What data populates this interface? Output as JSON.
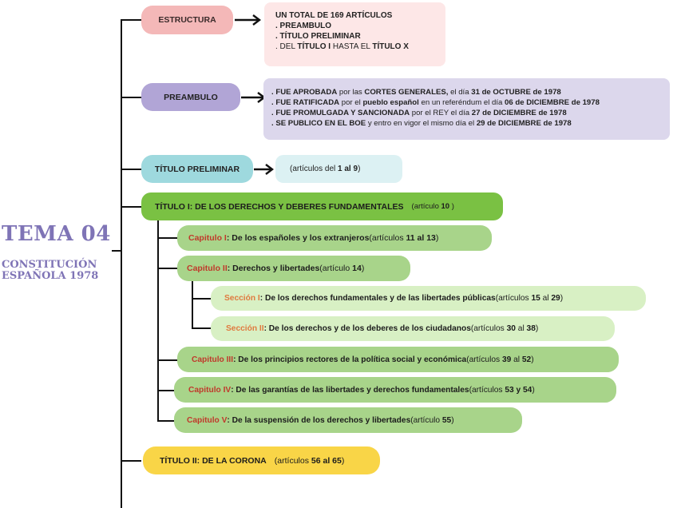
{
  "tema": {
    "title": "TEMA 04",
    "subtitle_line1": "CONSTITUCIÓN",
    "subtitle_line2": "ESPAÑOLA 1978"
  },
  "colors": {
    "estructura": "#f4b8b8",
    "estructura_box": "#fde7e7",
    "preambulo": "#b1a5d6",
    "preambulo_box": "#dcd7ec",
    "preliminar": "#9ed9de",
    "preliminar_box": "#dcf1f3",
    "titulo1": "#7ac143",
    "capitulo": "#a8d48a",
    "seccion": "#d8f0c4",
    "titulo2": "#f9d547"
  },
  "estructura": {
    "label": "ESTRUCTURA",
    "lines": [
      "UN TOTAL DE 169 ARTÍCULOS",
      ". PREAMBULO",
      ". TÍTULO PRELIMINAR"
    ],
    "line4_a": ". DEL ",
    "line4_b": "TÍTULO I",
    "line4_c": " HASTA EL ",
    "line4_d": "TÍTULO X"
  },
  "preambulo": {
    "label": "PREAMBULO",
    "l1": [
      ". FUE APROBADA",
      " por las ",
      "CORTES GENERALES,",
      " el día ",
      "31 de OCTUBRE de 1978"
    ],
    "l2": [
      ". FUE RATIFICADA",
      " por el ",
      "pueblo español",
      " en un referéndum el día ",
      "06 de DICIEMBRE de 1978"
    ],
    "l3": [
      ". FUE PROMULGADA Y SANCIONADA",
      " por el REY el día ",
      "27 de DICIEMBRE de 1978"
    ],
    "l4": [
      ". SE PUBLICO EN EL BOE",
      " y entro en vigor el mismo día el ",
      "29 de DICIEMBRE de 1978"
    ]
  },
  "preliminar": {
    "label": "TÍTULO PRELIMINAR",
    "note": [
      "(artículos del ",
      "1 al 9",
      ")"
    ]
  },
  "titulo1": {
    "label": "TÍTULO I: DE LOS DERECHOS Y DEBERES FUNDAMENTALES",
    "note": [
      "(artículo ",
      "10",
      " )"
    ]
  },
  "cap1": {
    "red": "Capitulo I",
    "text": ": De los españoles y los extranjeros",
    "note": [
      " (artículos ",
      "11 al 13",
      ")"
    ]
  },
  "cap2": {
    "red": "Capitulo II",
    "text": ": Derechos y libertades",
    "note": [
      " (artículo ",
      "14",
      ")"
    ]
  },
  "sec1": {
    "red": "Sección I",
    "text": ": De los derechos fundamentales y de las libertades públicas",
    "note": [
      " (artículos ",
      "15",
      " al ",
      "29",
      ")"
    ]
  },
  "sec2": {
    "red": "Sección II",
    "text": ": De los derechos y de los deberes de los ciudadanos",
    "note": [
      " (artículos ",
      "30",
      " al ",
      "38",
      ")"
    ]
  },
  "cap3": {
    "red": "Capitulo III",
    "text": ": De los principios rectores de la política social y económica",
    "note": [
      " (artículos ",
      "39",
      " al ",
      "52",
      ")"
    ]
  },
  "cap4": {
    "red": "Capitulo IV",
    "text": ": De las garantías de las libertades y derechos fundamentales",
    "note": [
      " (artículos ",
      "53 y 54",
      ")"
    ]
  },
  "cap5": {
    "red": "Capitulo V",
    "text": ": De la suspensión de los derechos y libertades",
    "note": [
      " (artículo ",
      "55",
      ")"
    ]
  },
  "titulo2": {
    "label": "TÍTULO II: DE LA CORONA",
    "note": [
      "(artículos ",
      "56 al 65",
      ")"
    ]
  }
}
